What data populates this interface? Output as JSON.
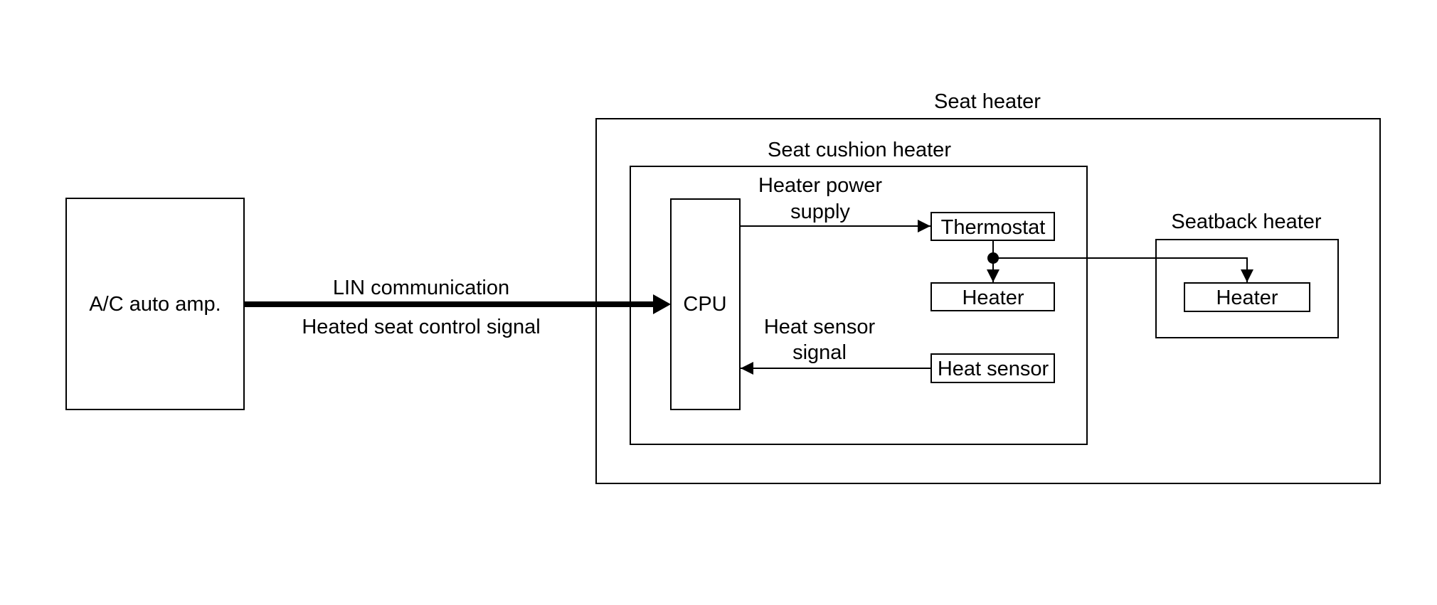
{
  "seat_heater": {
    "label": "Seat heater"
  },
  "seat_cushion_heater": {
    "label": "Seat cushion heater"
  },
  "seatback_heater": {
    "label": "Seatback heater"
  },
  "ac_auto_amp": {
    "label": "A/C auto amp."
  },
  "cpu": {
    "label": "CPU"
  },
  "thermostat": {
    "label": "Thermostat"
  },
  "cushion_heater_element": {
    "label": "Heater"
  },
  "seatback_heater_element": {
    "label": "Heater"
  },
  "heat_sensor": {
    "label": "Heat sensor"
  },
  "lin_link": {
    "label": "LIN communication",
    "sublabel": "Heated seat control signal"
  },
  "power_supply_link": {
    "line1": "Heater power",
    "line2": "supply"
  },
  "sensor_signal_link": {
    "line1": "Heat sensor",
    "line2": "signal"
  }
}
